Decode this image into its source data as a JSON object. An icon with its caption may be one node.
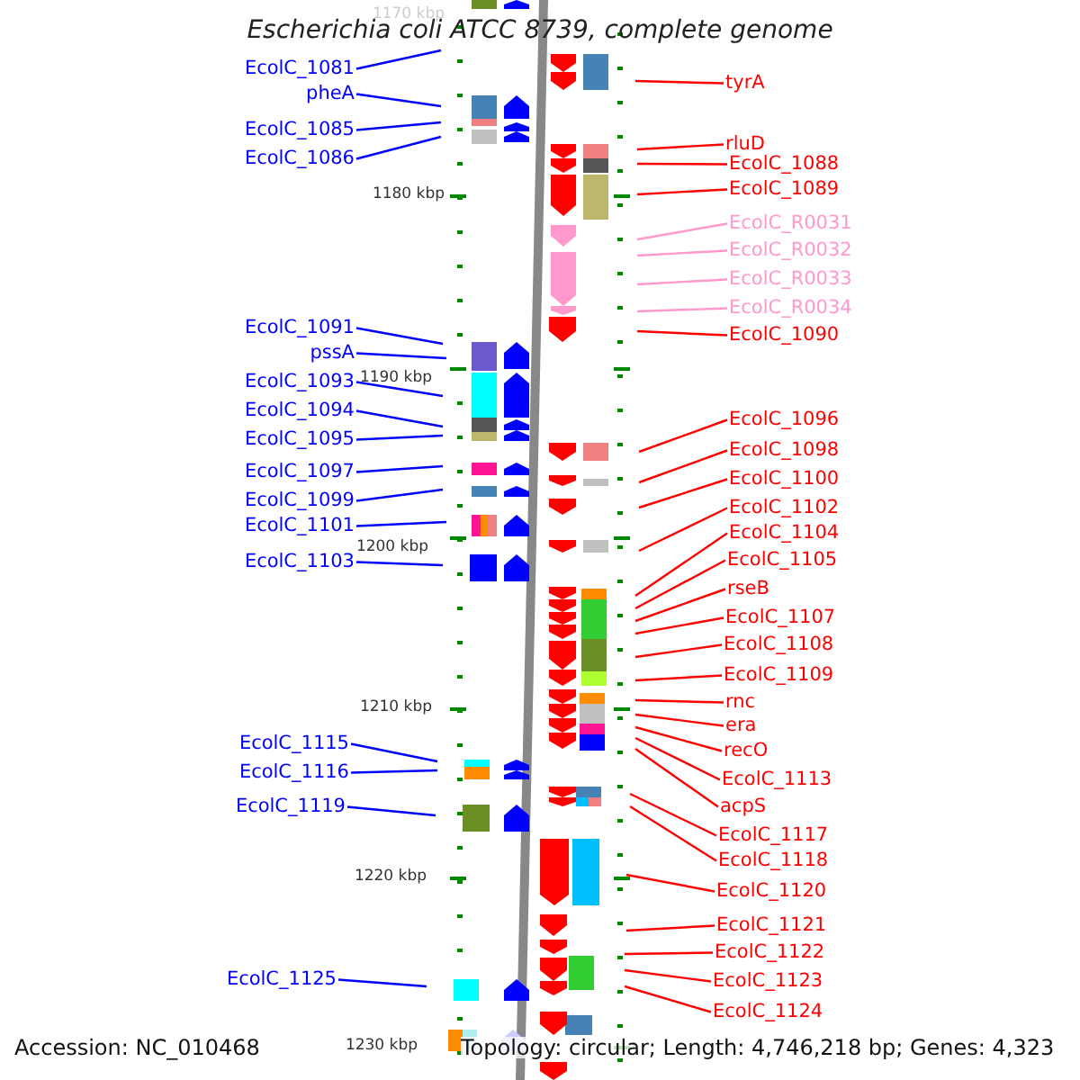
{
  "diagram": {
    "title": "Escherichia coli ATCC 8739, complete genome",
    "nodes": [
      {
        "text": [
          "EcolC_1081"
        ]
      },
      {
        "text": [
          "pheA"
        ]
      },
      {
        "text": [
          "EcolC_1085"
        ]
      },
      {
        "text": [
          "EcolC_1086"
        ]
      },
      {
        "text": [
          "EcolC_1091"
        ]
      },
      {
        "text": [
          "pssA"
        ]
      },
      {
        "text": [
          "EcolC_1093"
        ]
      },
      {
        "text": [
          "EcolC_1094"
        ]
      },
      {
        "text": [
          "EcolC_1095"
        ]
      },
      {
        "text": [
          "EcolC_1097"
        ]
      },
      {
        "text": [
          "EcolC_1099"
        ]
      },
      {
        "text": [
          "EcolC_1101"
        ]
      },
      {
        "text": [
          "EcolC_1103"
        ]
      },
      {
        "text": [
          "EcolC_1115"
        ]
      },
      {
        "text": [
          "EcolC_1116"
        ]
      },
      {
        "text": [
          "EcolC_1119"
        ]
      },
      {
        "text": [
          "EcolC_1125"
        ]
      },
      {
        "text": [
          "tyrA"
        ]
      },
      {
        "text": [
          "rluD"
        ]
      },
      {
        "text": [
          "EcolC_1088"
        ]
      },
      {
        "text": [
          "EcolC_1089"
        ]
      },
      {
        "text": [
          "EcolC_R0031"
        ]
      },
      {
        "text": [
          "EcolC_R0032"
        ]
      },
      {
        "text": [
          "EcolC_R0033"
        ]
      },
      {
        "text": [
          "EcolC_R0034"
        ]
      },
      {
        "text": [
          "EcolC_1090"
        ]
      },
      {
        "text": [
          "EcolC_1096"
        ]
      },
      {
        "text": [
          "EcolC_1098"
        ]
      },
      {
        "text": [
          "EcolC_1100"
        ]
      },
      {
        "text": [
          "EcolC_1102"
        ]
      },
      {
        "text": [
          "EcolC_1104"
        ]
      },
      {
        "text": [
          "EcolC_1105"
        ]
      },
      {
        "text": [
          "rseB"
        ]
      },
      {
        "text": [
          "EcolC_1107"
        ]
      },
      {
        "text": [
          "EcolC_1108"
        ]
      },
      {
        "text": [
          "EcolC_1109"
        ]
      },
      {
        "text": [
          "rnc"
        ]
      },
      {
        "text": [
          "era"
        ]
      },
      {
        "text": [
          "recO"
        ]
      },
      {
        "text": [
          "EcolC_1113"
        ]
      },
      {
        "text": [
          "acpS"
        ]
      },
      {
        "text": [
          "EcolC_1117"
        ]
      },
      {
        "text": [
          "EcolC_1118"
        ]
      },
      {
        "text": [
          "EcolC_1120"
        ]
      },
      {
        "text": [
          "EcolC_1121"
        ]
      },
      {
        "text": [
          "EcolC_1122"
        ]
      },
      {
        "text": [
          "EcolC_1123"
        ]
      },
      {
        "text": [
          "EcolC_1124"
        ]
      }
    ],
    "edges": [
      {
        "from": 0,
        "to": null,
        "arrow": "none",
        "color": "#0000ff"
      },
      {
        "from": 1,
        "to": null,
        "arrow": "none",
        "color": "#0000ff"
      },
      {
        "from": 2,
        "to": null,
        "arrow": "none",
        "color": "#0000ff"
      },
      {
        "from": 3,
        "to": null,
        "arrow": "none",
        "color": "#0000ff"
      },
      {
        "from": 4,
        "to": null,
        "arrow": "none",
        "color": "#0000ff"
      },
      {
        "from": 5,
        "to": null,
        "arrow": "none",
        "color": "#0000ff"
      },
      {
        "from": 6,
        "to": null,
        "arrow": "none",
        "color": "#0000ff"
      },
      {
        "from": 7,
        "to": null,
        "arrow": "none",
        "color": "#0000ff"
      },
      {
        "from": 8,
        "to": null,
        "arrow": "none",
        "color": "#0000ff"
      },
      {
        "from": 9,
        "to": null,
        "arrow": "none",
        "color": "#0000ff"
      },
      {
        "from": 10,
        "to": null,
        "arrow": "none",
        "color": "#0000ff"
      },
      {
        "from": 11,
        "to": null,
        "arrow": "none",
        "color": "#0000ff"
      },
      {
        "from": 12,
        "to": null,
        "arrow": "none",
        "color": "#0000ff"
      },
      {
        "from": 13,
        "to": null,
        "arrow": "none",
        "color": "#0000ff"
      },
      {
        "from": 14,
        "to": null,
        "arrow": "none",
        "color": "#0000ff"
      },
      {
        "from": 15,
        "to": null,
        "arrow": "none",
        "color": "#0000ff"
      },
      {
        "from": 16,
        "to": null,
        "arrow": "none",
        "color": "#0000ff"
      },
      {
        "from": 17,
        "to": null,
        "arrow": "none"
      },
      {
        "from": 18,
        "to": null,
        "arrow": "none"
      },
      {
        "from": 19,
        "to": null,
        "arrow": "none"
      },
      {
        "from": 20,
        "to": null,
        "arrow": "none"
      },
      {
        "from": 21,
        "to": null,
        "arrow": "none",
        "color": "#ff99cc"
      },
      {
        "from": 22,
        "to": null,
        "arrow": "none",
        "color": "#ff99cc"
      },
      {
        "from": 23,
        "to": null,
        "arrow": "none",
        "color": "#ff99cc"
      },
      {
        "from": 24,
        "to": null,
        "arrow": "none",
        "color": "#ff99cc"
      },
      {
        "from": 25,
        "to": null,
        "arrow": "none"
      },
      {
        "from": 26,
        "to": null,
        "arrow": "none"
      },
      {
        "from": 27,
        "to": null,
        "arrow": "none"
      },
      {
        "from": 28,
        "to": null,
        "arrow": "none"
      },
      {
        "from": 29,
        "to": null,
        "arrow": "none"
      },
      {
        "from": 30,
        "to": null,
        "arrow": "none"
      },
      {
        "from": 31,
        "to": null,
        "arrow": "none"
      },
      {
        "from": 32,
        "to": null,
        "arrow": "none"
      },
      {
        "from": 33,
        "to": null,
        "arrow": "none"
      },
      {
        "from": 34,
        "to": null,
        "arrow": "none"
      },
      {
        "from": 35,
        "to": null,
        "arrow": "none"
      },
      {
        "from": 36,
        "to": null,
        "arrow": "none"
      },
      {
        "from": 37,
        "to": null,
        "arrow": "none"
      },
      {
        "from": 38,
        "to": null,
        "arrow": "none"
      },
      {
        "from": 39,
        "to": null,
        "arrow": "none"
      },
      {
        "from": 40,
        "to": null,
        "arrow": "none"
      },
      {
        "from": 41,
        "to": null,
        "arrow": "none"
      },
      {
        "from": 42,
        "to": null,
        "arrow": "none"
      },
      {
        "from": 43,
        "to": null,
        "arrow": "none"
      },
      {
        "from": 44,
        "to": null,
        "arrow": "none"
      },
      {
        "from": 45,
        "to": null,
        "arrow": "none"
      },
      {
        "from": 46,
        "to": null,
        "arrow": "none"
      },
      {
        "from": 47,
        "to": null,
        "arrow": "none"
      }
    ],
    "labels": [
      "1170 kbp",
      "1180 kbp",
      "1190 kbp",
      "1200 kbp",
      "1210 kbp",
      "1220 kbp",
      "1230 kbp",
      "Accession: NC_010468",
      "Topology: circular; Length: 4,746,218 bp; Genes: 4,323"
    ]
  }
}
